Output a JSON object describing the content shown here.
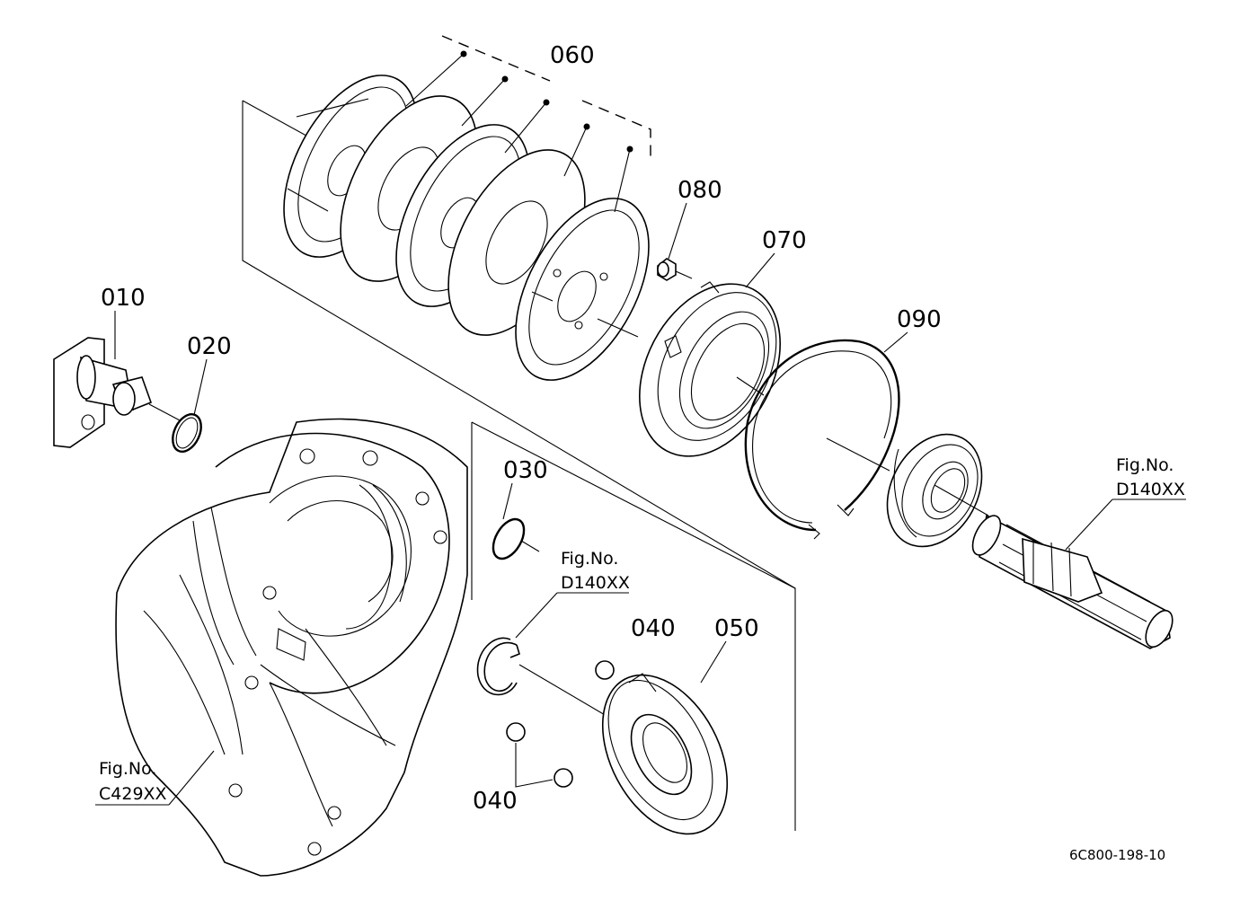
{
  "callouts": {
    "c010": "010",
    "c020": "020",
    "c030": "030",
    "c040a": "040",
    "c040b": "040",
    "c050": "050",
    "c060": "060",
    "c070": "070",
    "c080": "080",
    "c090": "090"
  },
  "references": {
    "ref_case": {
      "line1": "Fig.No.",
      "line2": "C429XX"
    },
    "ref_circlip": {
      "line1": "Fig.No.",
      "line2": "D140XX"
    },
    "ref_shaft": {
      "line1": "Fig.No.",
      "line2": "D140XX"
    }
  },
  "drawing_code": "6C800-198-10"
}
